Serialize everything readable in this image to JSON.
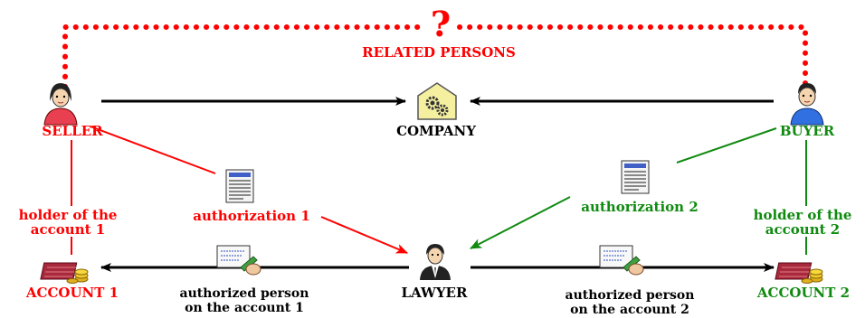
{
  "colors": {
    "red": "#ff0000",
    "green": "#108a10",
    "black": "#000000"
  },
  "question_mark": "?",
  "related_persons": "RELATED PERSONS",
  "seller": {
    "label": "SELLER",
    "icon": "person-female-red-icon"
  },
  "buyer": {
    "label": "BUYER",
    "icon": "person-male-blue-icon"
  },
  "company": {
    "label": "COMPANY",
    "icon": "gear-house-icon"
  },
  "lawyer": {
    "label": "LAWYER",
    "icon": "person-suit-icon"
  },
  "authorization_1": {
    "label": "authorization 1",
    "icon": "document-icon"
  },
  "authorization_2": {
    "label": "authorization 2",
    "icon": "document-icon"
  },
  "holder_1": {
    "line1": "holder of the",
    "line2": "account 1"
  },
  "holder_2": {
    "line1": "holder of the",
    "line2": "account 2"
  },
  "account_1": {
    "label": "ACCOUNT 1",
    "icon": "bank-money-icon"
  },
  "account_2": {
    "label": "ACCOUNT 2",
    "icon": "bank-money-icon"
  },
  "authorized_1": {
    "line1": "authorized person",
    "line2": "on the account 1",
    "icon": "signing-contract-icon"
  },
  "authorized_2": {
    "line1": "authorized person",
    "line2": "on the account 2",
    "icon": "signing-contract-icon"
  }
}
